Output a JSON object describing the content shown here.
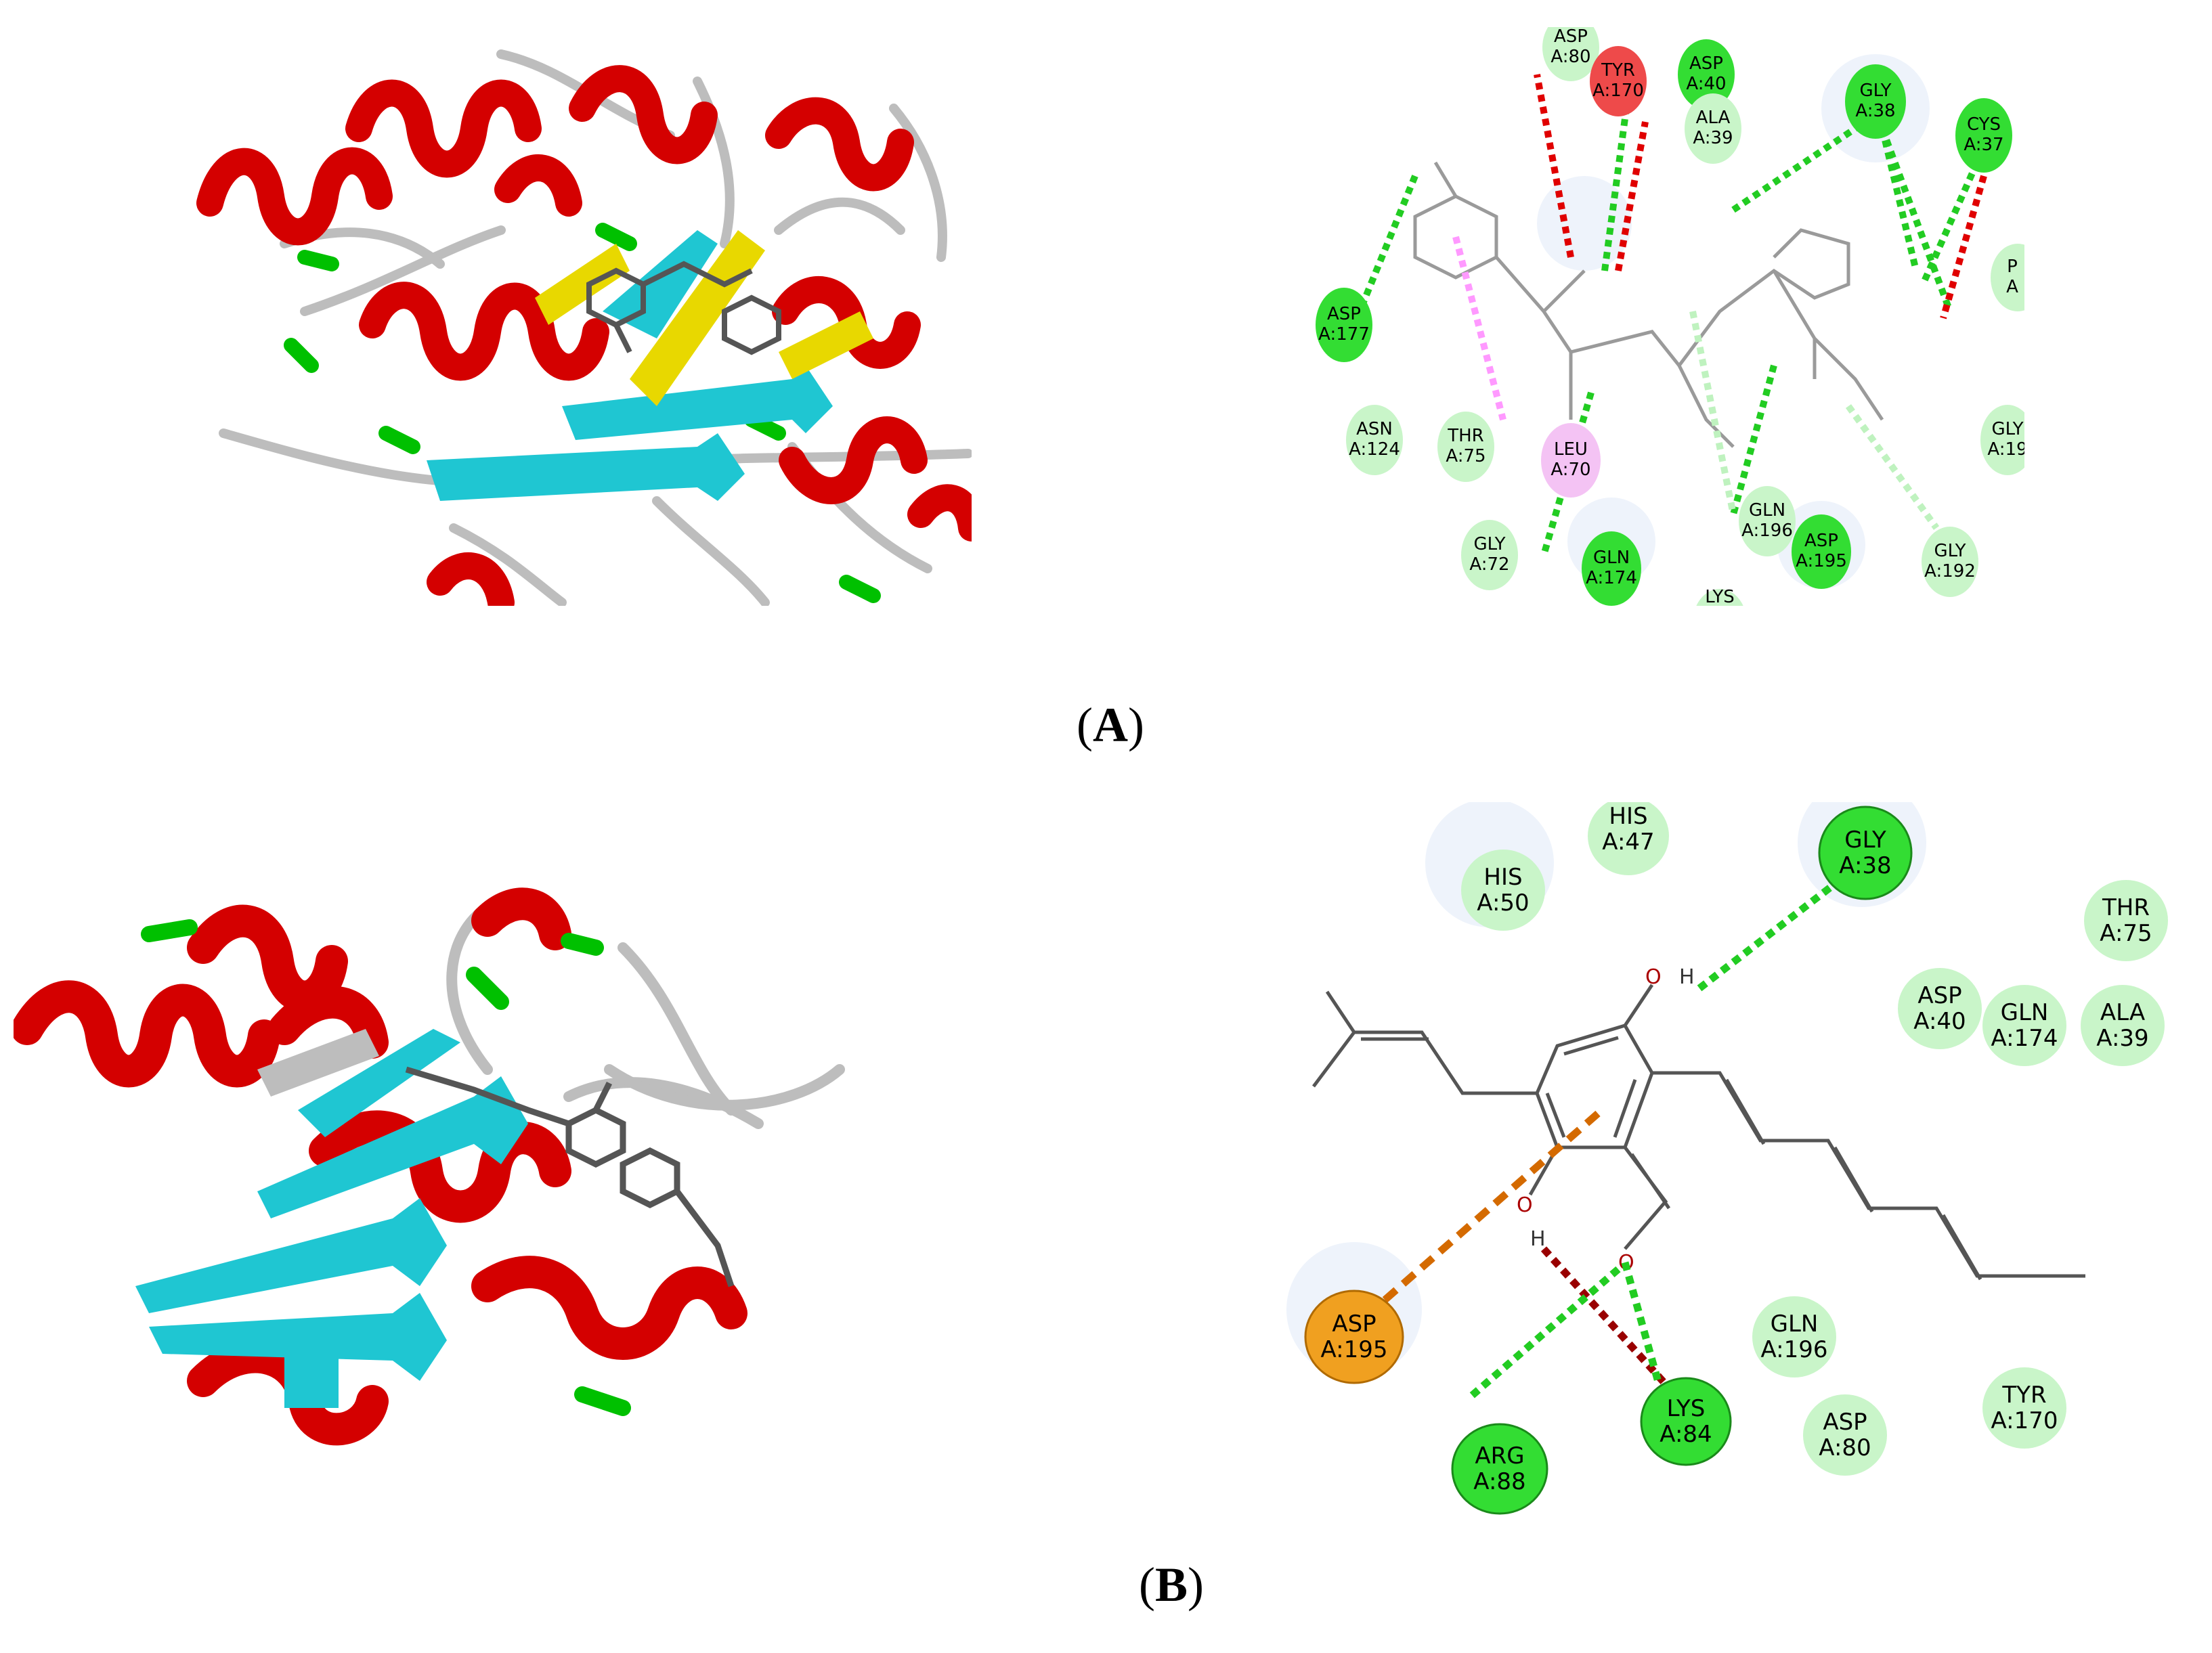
{
  "captions": {
    "a_letter": "A",
    "b_letter": "B"
  },
  "colors": {
    "helix": "#d40000",
    "sheet": "#1fc6d2",
    "turn": "#00c000",
    "coil": "#bdbdbd",
    "hbond": "#22cc22",
    "weak_hbond": "#bff2bf",
    "unfavorable": "#e00000",
    "pi_alkyl": "#ff99ff",
    "pi_anion": "#d46a00",
    "residue_vdw": "#c9f5c9",
    "residue_hbond": "#33dd33",
    "residue_unfav": "#ee4a4a",
    "residue_pi_alkyl": "#f4c3f4",
    "residue_pi_anion": "#f0a020"
  },
  "panel_a": {
    "residues": [
      {
        "id": "a80",
        "l1": "ASP",
        "l2": "A:80",
        "type": "vdw"
      },
      {
        "id": "tyr170",
        "l1": "TYR",
        "l2": "A:170",
        "type": "unfav"
      },
      {
        "id": "asp40",
        "l1": "ASP",
        "l2": "A:40",
        "type": "hbond"
      },
      {
        "id": "ala39",
        "l1": "ALA",
        "l2": "A:39",
        "type": "vdw"
      },
      {
        "id": "gly38",
        "l1": "GLY",
        "l2": "A:38",
        "type": "hbond"
      },
      {
        "id": "cys37",
        "l1": "CYS",
        "l2": "A:37",
        "type": "hbond"
      },
      {
        "id": "asp177",
        "l1": "ASP",
        "l2": "A:177",
        "type": "hbond"
      },
      {
        "id": "asn124",
        "l1": "ASN",
        "l2": "A:124",
        "type": "vdw"
      },
      {
        "id": "thr75",
        "l1": "THR",
        "l2": "A:75",
        "type": "vdw"
      },
      {
        "id": "leu70",
        "l1": "LEU",
        "l2": "A:70",
        "type": "pi_alkyl"
      },
      {
        "id": "gly72",
        "l1": "GLY",
        "l2": "A:72",
        "type": "vdw"
      },
      {
        "id": "gln174",
        "l1": "GLN",
        "l2": "A:174",
        "type": "hbond"
      },
      {
        "id": "gln196",
        "l1": "GLN",
        "l2": "A:196",
        "type": "vdw"
      },
      {
        "id": "asp195",
        "l1": "ASP",
        "l2": "A:195",
        "type": "hbond"
      },
      {
        "id": "gly192",
        "l1": "GLY",
        "l2": "A:192",
        "type": "vdw"
      },
      {
        "id": "p_edge",
        "l1": "P",
        "l2": "A",
        "type": "vdw"
      },
      {
        "id": "gly19x",
        "l1": "GLY",
        "l2": "A:19",
        "type": "vdw"
      },
      {
        "id": "lys_edge",
        "l1": "LYS",
        "l2": "",
        "type": "vdw"
      }
    ]
  },
  "panel_b": {
    "residues": [
      {
        "id": "his50",
        "l1": "HIS",
        "l2": "A:50",
        "type": "vdw"
      },
      {
        "id": "his47",
        "l1": "HIS",
        "l2": "A:47",
        "type": "vdw"
      },
      {
        "id": "gly38",
        "l1": "GLY",
        "l2": "A:38",
        "type": "hbond"
      },
      {
        "id": "thr75",
        "l1": "THR",
        "l2": "A:75",
        "type": "vdw"
      },
      {
        "id": "asp40",
        "l1": "ASP",
        "l2": "A:40",
        "type": "vdw"
      },
      {
        "id": "gln174",
        "l1": "GLN",
        "l2": "A:174",
        "type": "vdw"
      },
      {
        "id": "ala39",
        "l1": "ALA",
        "l2": "A:39",
        "type": "vdw"
      },
      {
        "id": "asp195",
        "l1": "ASP",
        "l2": "A:195",
        "type": "pi_anion"
      },
      {
        "id": "gln196",
        "l1": "GLN",
        "l2": "A:196",
        "type": "vdw"
      },
      {
        "id": "tyr170",
        "l1": "TYR",
        "l2": "A:170",
        "type": "vdw"
      },
      {
        "id": "lys84",
        "l1": "LYS",
        "l2": "A:84",
        "type": "hbond"
      },
      {
        "id": "asp80",
        "l1": "ASP",
        "l2": "A:80",
        "type": "vdw"
      },
      {
        "id": "arg88",
        "l1": "ARG",
        "l2": "A:88",
        "type": "hbond"
      }
    ]
  }
}
